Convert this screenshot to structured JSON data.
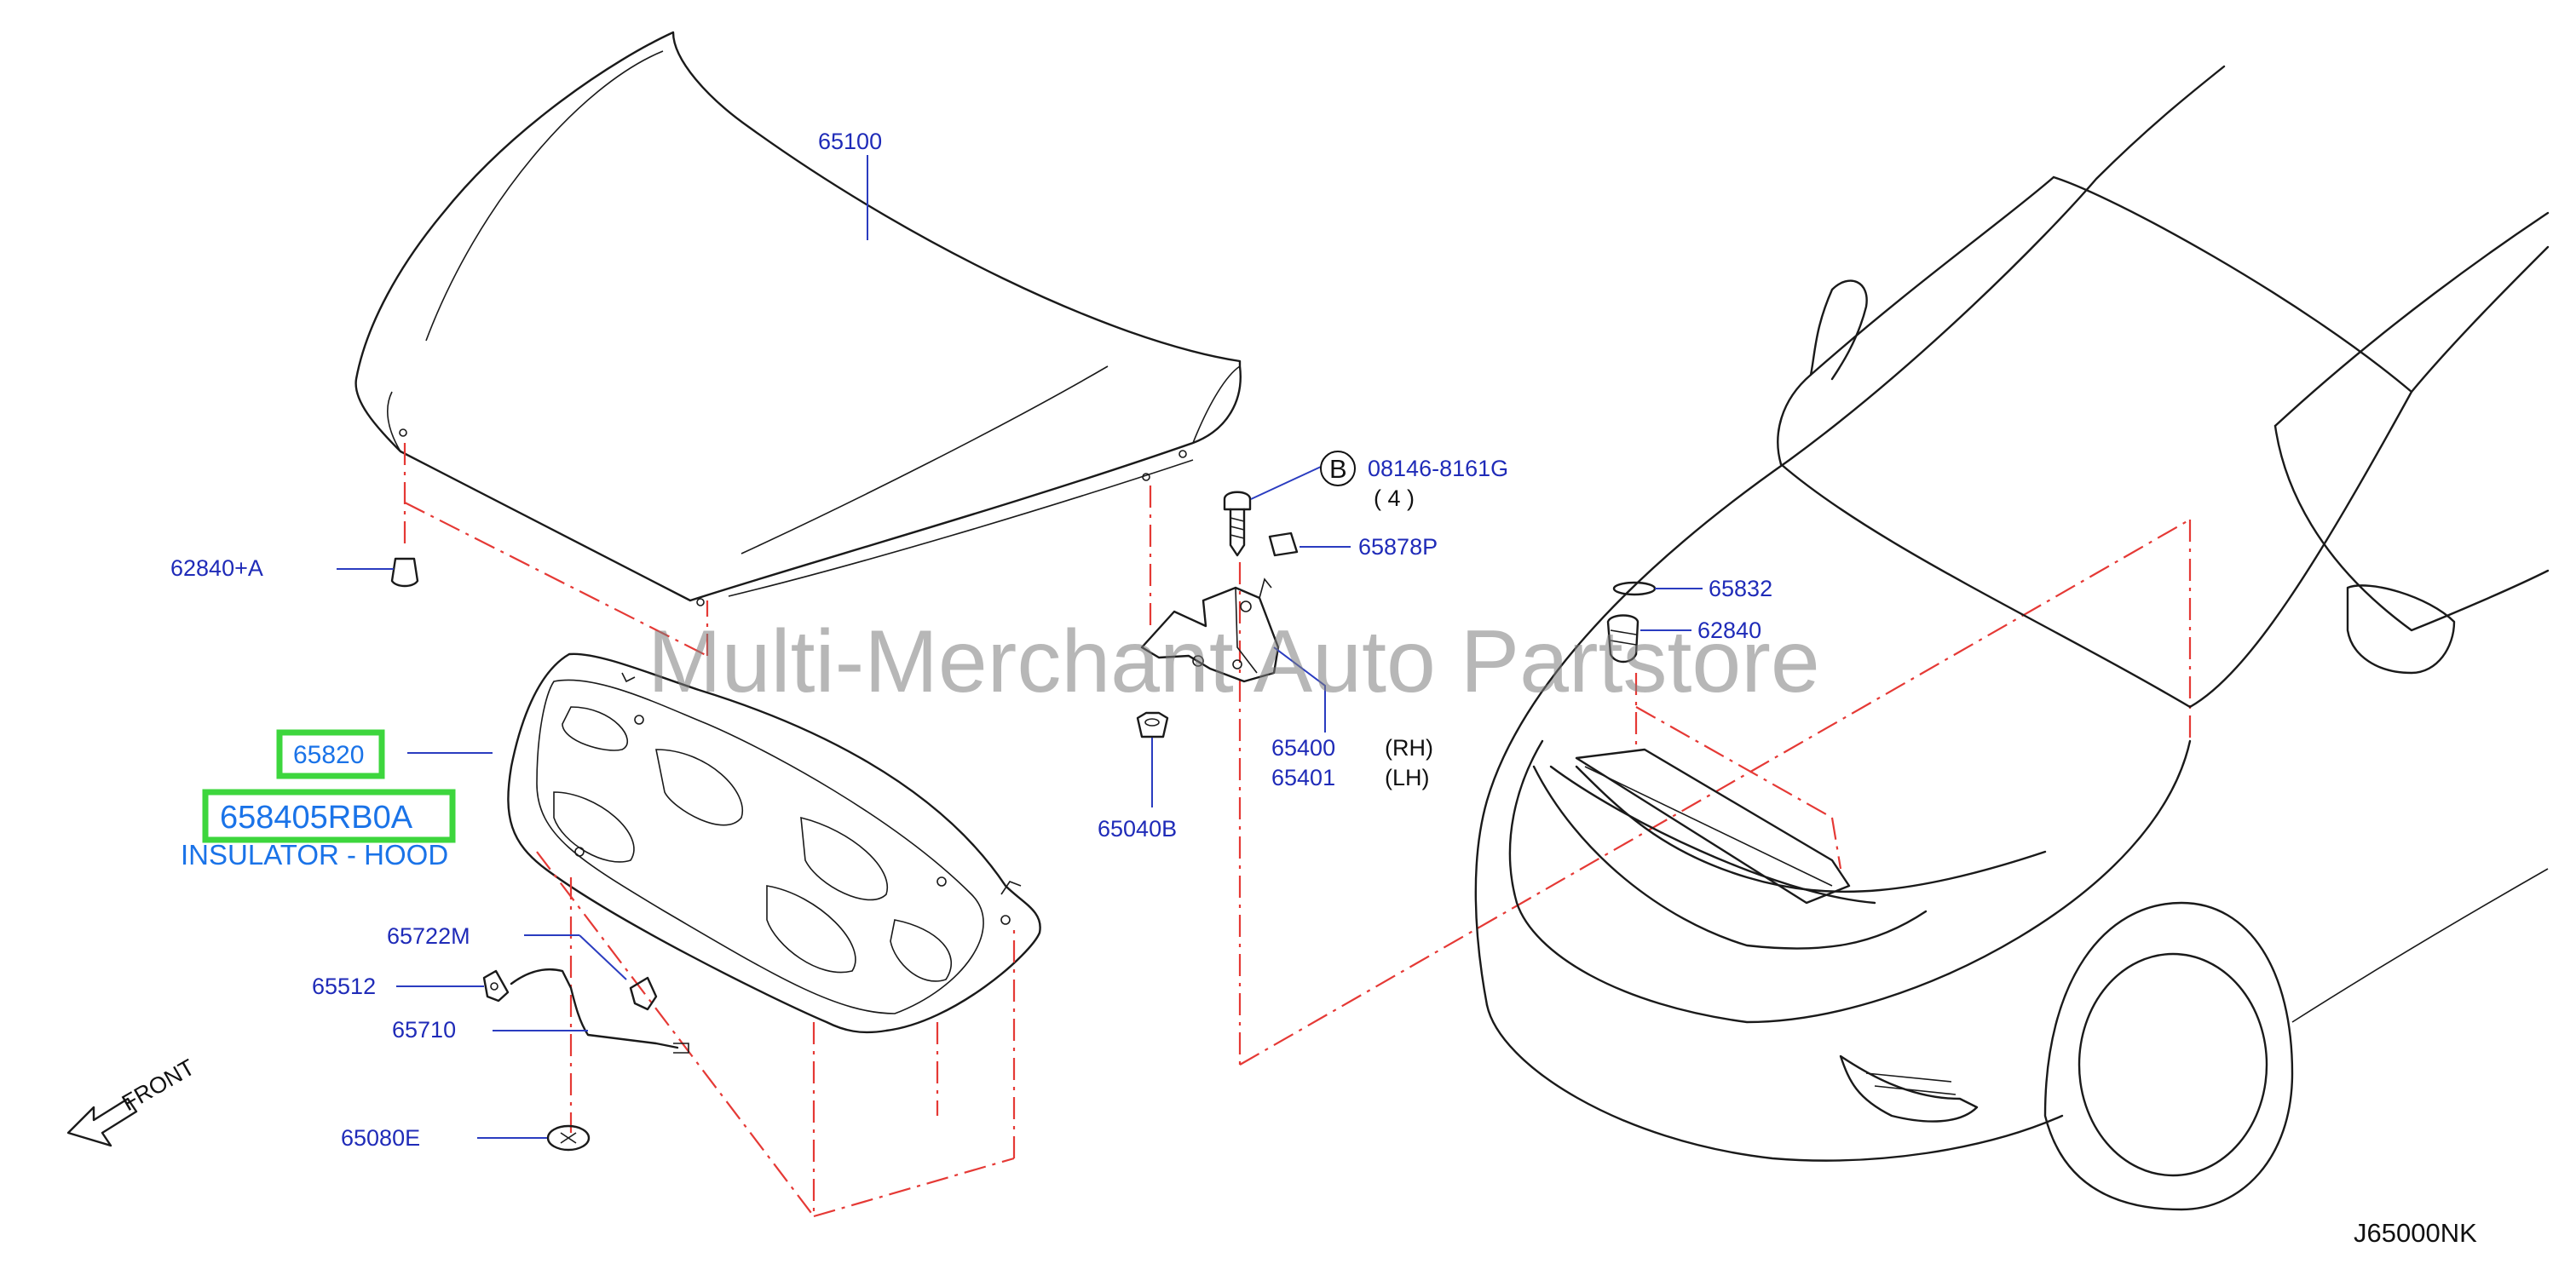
{
  "watermark": "Multi-Merchant Auto Partstore",
  "diagram_code": "J65000NK",
  "direction": {
    "label": "FRONT",
    "icon": "arrow-front-icon"
  },
  "highlight_color": "#3dd63d",
  "part_label_color": "#1f2bb8",
  "phantom_line_color": "#e53935",
  "highlighted_part": {
    "number": "65820",
    "part_no": "658405RB0A",
    "description": "INSULATOR - HOOD"
  },
  "parts": {
    "hood": "65100",
    "clip_a": "62840+A",
    "bolt_ref": "B",
    "bolt": "08146-8161G",
    "bolt_qty": "( 4 )",
    "seal": "65878P",
    "grommet": "65832",
    "clip": "62840",
    "hinge_rh": "65400",
    "hinge_lh": "65401",
    "rh": "(RH)",
    "lh": "(LH)",
    "nut": "65040B",
    "rod_clip": "65722M",
    "rod_holder": "65512",
    "support_rod": "65710",
    "grommet_e": "65080E"
  }
}
